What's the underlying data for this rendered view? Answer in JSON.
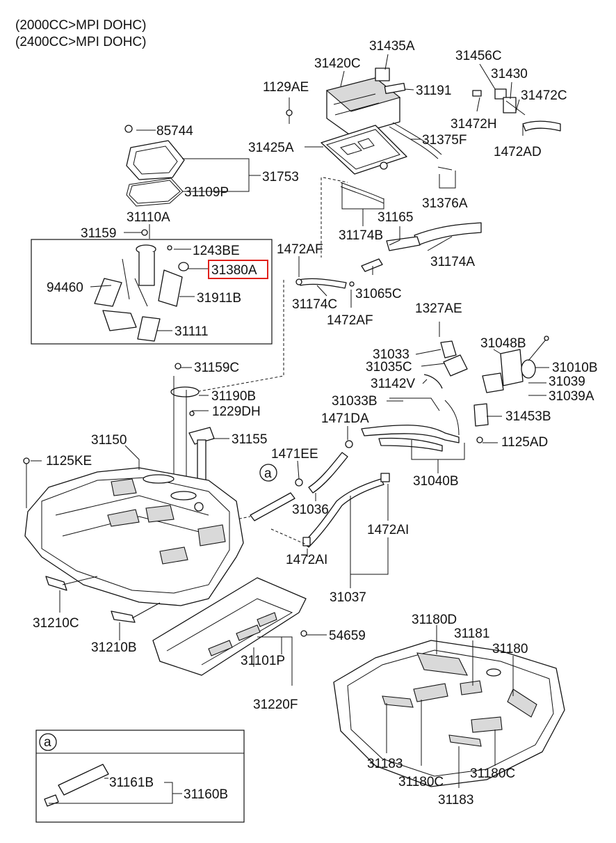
{
  "header": {
    "engine_line_1": "(2000CC>MPI DOHC)",
    "engine_line_2": "(2400CC>MPI DOHC)"
  },
  "highlight_color": "#e0201a",
  "parts": {
    "p31435A": "31435A",
    "p31420C": "31420C",
    "p31456C": "31456C",
    "p31430": "31430",
    "p1129AE": "1129AE",
    "p31191": "31191",
    "p31472C": "31472C",
    "p31472H": "31472H",
    "p85744": "85744",
    "p31425A": "31425A",
    "p31375F": "31375F",
    "p1472AD": "1472AD",
    "p31753": "31753",
    "p31109P": "31109P",
    "p31376A": "31376A",
    "p31110A": "31110A",
    "p31165": "31165",
    "p31159": "31159",
    "p31174B": "31174B",
    "p1243BE": "1243BE",
    "p1472AF_1": "1472AF",
    "p31380A": "31380A",
    "p31174A": "31174A",
    "p94460": "94460",
    "p31911B": "31911B",
    "p31065C": "31065C",
    "p31174C": "31174C",
    "p1472AF_2": "1472AF",
    "p31111": "31111",
    "p1327AE": "1327AE",
    "p31048B": "31048B",
    "p31033": "31033",
    "p31159C": "31159C",
    "p31035C": "31035C",
    "p31010B": "31010B",
    "p31142V": "31142V",
    "p31039": "31039",
    "p31190B": "31190B",
    "p31039A": "31039A",
    "p31033B": "31033B",
    "p1229DH": "1229DH",
    "p31453B": "31453B",
    "p1471DA": "1471DA",
    "p31150": "31150",
    "p31155": "31155",
    "p1125AD": "1125AD",
    "p1471EE": "1471EE",
    "p1125KE": "1125KE",
    "p31040B": "31040B",
    "p31036": "31036",
    "p1472AI_1": "1472AI",
    "p1472AI_2": "1472AI",
    "p31037": "31037",
    "p31210C": "31210C",
    "p54659": "54659",
    "p31180D": "31180D",
    "p31181": "31181",
    "p31210B": "31210B",
    "p31180": "31180",
    "p31101P": "31101P",
    "p31220F": "31220F",
    "p31183_1": "31183",
    "p31180C_1": "31180C",
    "p31180C_2": "31180C",
    "p31183_2": "31183",
    "p31161B": "31161B",
    "p31160B": "31160B",
    "ref_a_1": "a",
    "ref_a_2": "a"
  }
}
